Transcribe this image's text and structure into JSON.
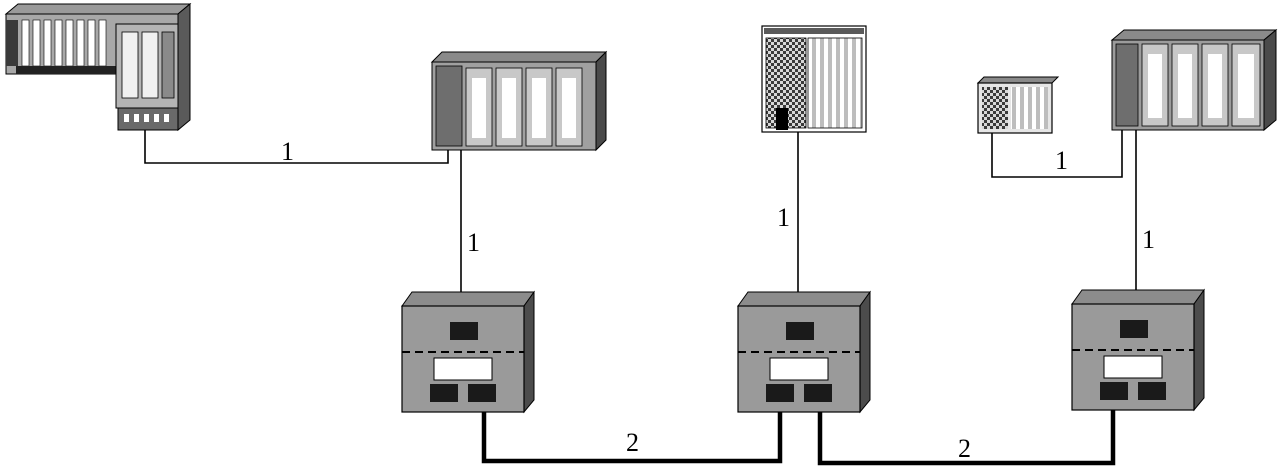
{
  "diagram": {
    "labels": {
      "link_et200_s7_300": "1",
      "link_s7_300_olm_left": "1",
      "link_hmi_olm_middle": "1",
      "link_small_io_s7_400": "1",
      "link_s7_400_olm_right": "1",
      "fiber_left_middle": "2",
      "fiber_middle_right": "2"
    },
    "devices": [
      "et200-distributed-io",
      "s7-300-plc-rack",
      "hmi-operator-panel",
      "compact-io-module",
      "s7-400-plc-rack",
      "olm-left",
      "olm-middle",
      "olm-right"
    ]
  }
}
